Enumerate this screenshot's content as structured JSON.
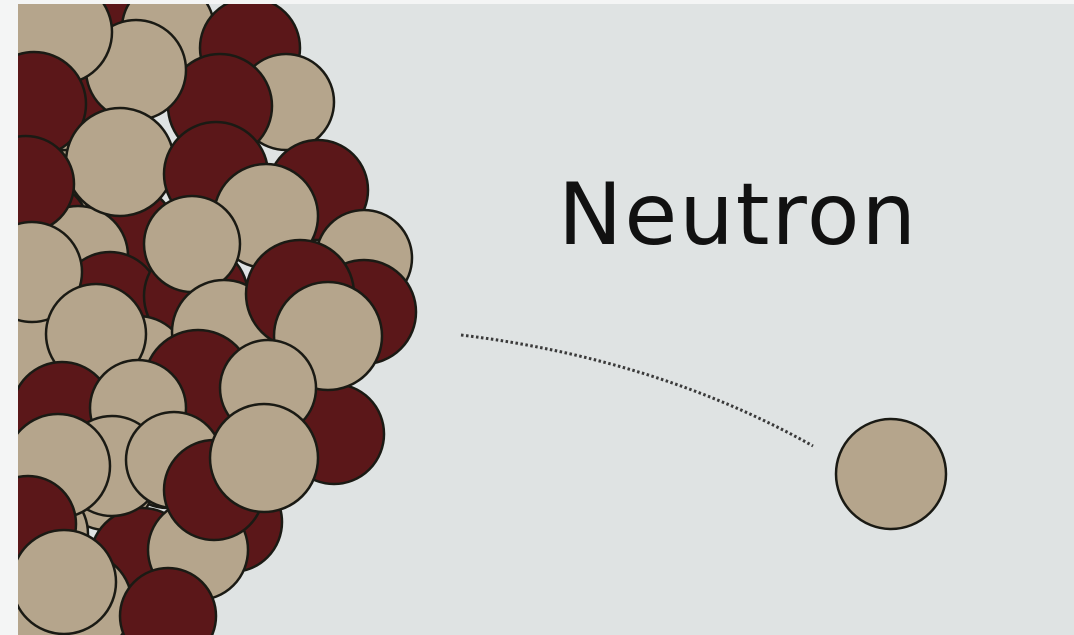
{
  "diagram": {
    "label": "Neutron",
    "colors": {
      "background": "#dfe3e3",
      "neutron": "#b5a58c",
      "proton": "#5b1719",
      "outline": "#1a1a14",
      "path": "#3a3a3a"
    },
    "nucleus": {
      "particle_types": [
        "neutron",
        "proton"
      ]
    },
    "free_particle": {
      "type": "neutron"
    },
    "path_style": "dotted"
  }
}
